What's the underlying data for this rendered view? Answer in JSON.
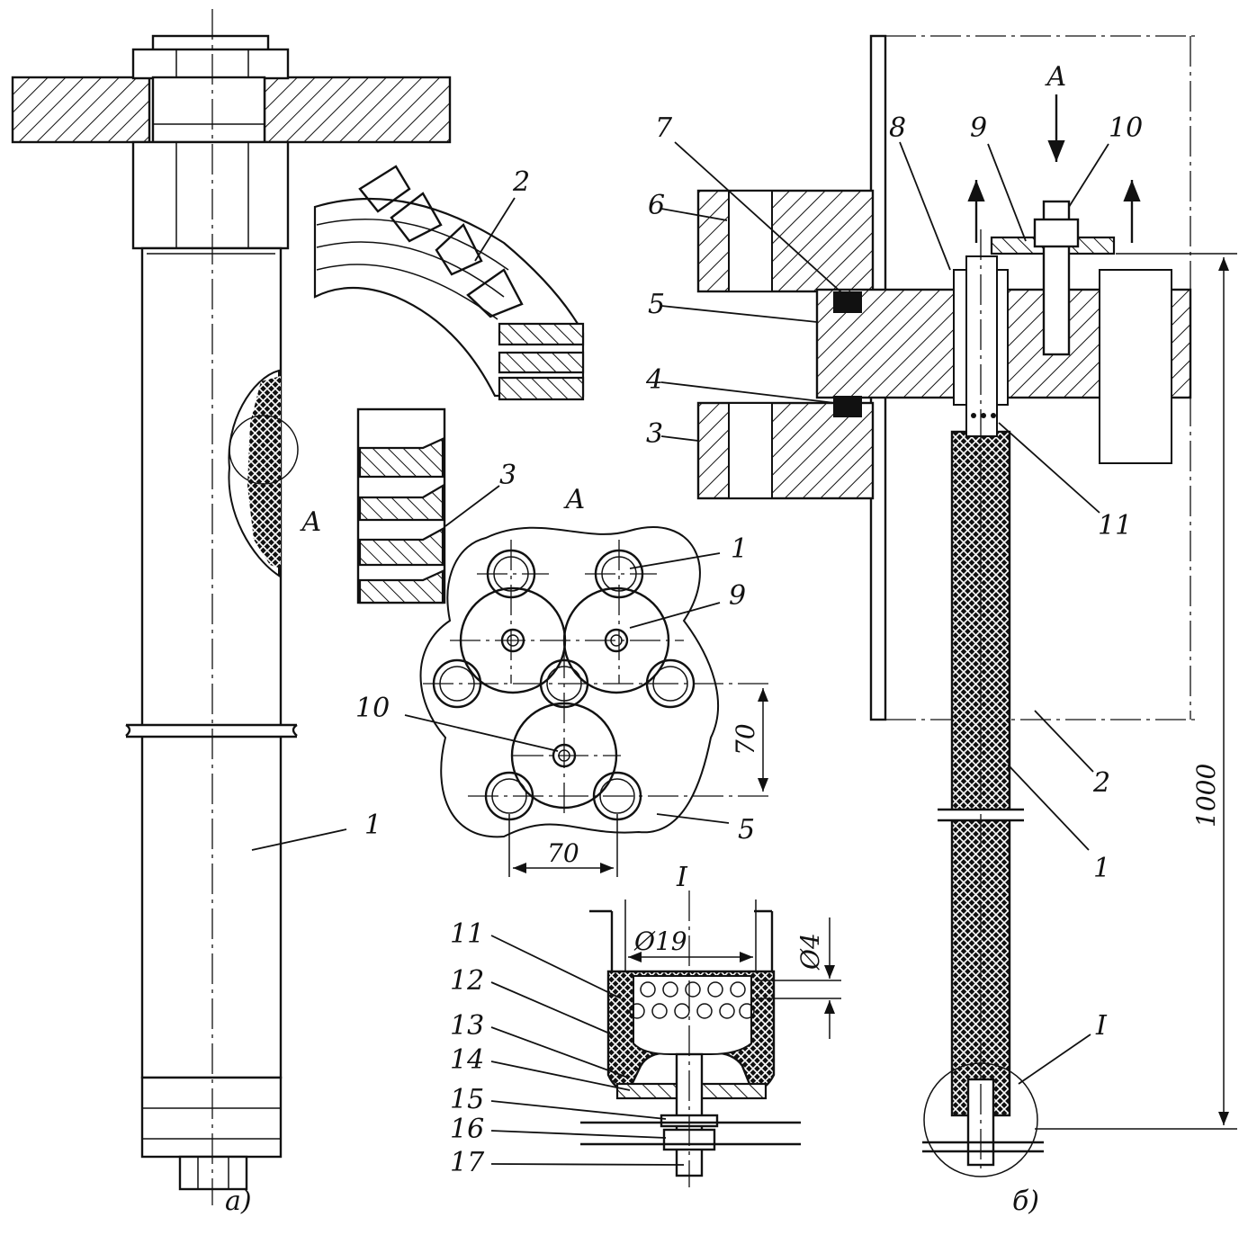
{
  "view_a": {
    "caption": "а)",
    "labels": {
      "part_1": "1",
      "detail_A": "А"
    }
  },
  "rings_detail": {
    "labels": {
      "part_2": "2",
      "part_3": "3"
    }
  },
  "section_A": {
    "title": "А",
    "labels": {
      "part_1": "1",
      "part_9": "9",
      "part_10": "10",
      "part_5": "5"
    },
    "dim_vertical": "70",
    "dim_horizontal": "70"
  },
  "detail_I": {
    "title": "I",
    "dim_diameter_19": "Ø19",
    "dim_diameter_4": "Ø4",
    "labels": [
      "11",
      "12",
      "13",
      "14",
      "15",
      "16",
      "17"
    ]
  },
  "view_b": {
    "caption": "б)",
    "labels": {
      "part_1": "1",
      "part_2": "2",
      "part_3": "3",
      "part_4": "4",
      "part_5": "5",
      "part_6": "6",
      "part_7": "7",
      "part_8": "8",
      "part_9": "9",
      "part_10": "10",
      "part_11": "11",
      "view_A": "А",
      "detail_I": "I"
    },
    "dim_height": "1000"
  }
}
